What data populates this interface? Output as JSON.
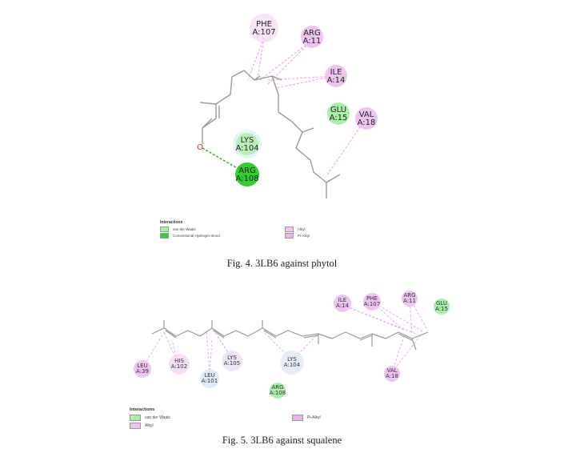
{
  "figure4": {
    "caption": "Fig. 4. 3LB6 against phytol",
    "residues": [
      {
        "name": "PHE",
        "num": "A:107",
        "type": "alkyl"
      },
      {
        "name": "ARG",
        "num": "A:11",
        "type": "alkyl"
      },
      {
        "name": "ILE",
        "num": "A:14",
        "type": "alkyl"
      },
      {
        "name": "GLU",
        "num": "A:15",
        "type": "vdw"
      },
      {
        "name": "VAL",
        "num": "A:18",
        "type": "alkyl"
      },
      {
        "name": "LYS",
        "num": "A:104",
        "type": "vdw"
      },
      {
        "name": "ARG",
        "num": "A:108",
        "type": "hbond"
      }
    ],
    "atom_label": "O",
    "legend": {
      "title": "Interactions",
      "items": [
        "van der Waals",
        "Conventional Hydrogen Bond",
        "Alkyl",
        "Pi-Alkyl"
      ]
    }
  },
  "figure5": {
    "caption": "Fig. 5. 3LB6 against squalene",
    "residues": [
      {
        "name": "ILE",
        "num": "A:14",
        "type": "alkyl"
      },
      {
        "name": "PHE",
        "num": "A:107",
        "type": "alkyl"
      },
      {
        "name": "ARG",
        "num": "A:11",
        "type": "alkyl"
      },
      {
        "name": "GLU",
        "num": "A:15",
        "type": "vdw"
      },
      {
        "name": "LEU",
        "num": "A:39",
        "type": "alkyl"
      },
      {
        "name": "HIS",
        "num": "A:102",
        "type": "alkyl"
      },
      {
        "name": "LYS",
        "num": "A:105",
        "type": "alkyl"
      },
      {
        "name": "LEU",
        "num": "A:101",
        "type": "alkyl"
      },
      {
        "name": "LYS",
        "num": "A:104",
        "type": "alkyl"
      },
      {
        "name": "VAL",
        "num": "A:18",
        "type": "alkyl"
      },
      {
        "name": "ARG",
        "num": "A:108",
        "type": "vdw"
      }
    ],
    "legend": {
      "title": "Interactions",
      "items": [
        "van der Waals",
        "Alkyl",
        "Pi-Alkyl"
      ]
    }
  },
  "colors": {
    "vdw": "#a8f0a8",
    "hbond": "#2fd02f",
    "alkyl": "#f0c4f0",
    "pi_alkyl": "#e8b4e8",
    "bond": "#999999",
    "interaction_line": "#f0a8f0",
    "hbond_line": "#22bb22"
  }
}
